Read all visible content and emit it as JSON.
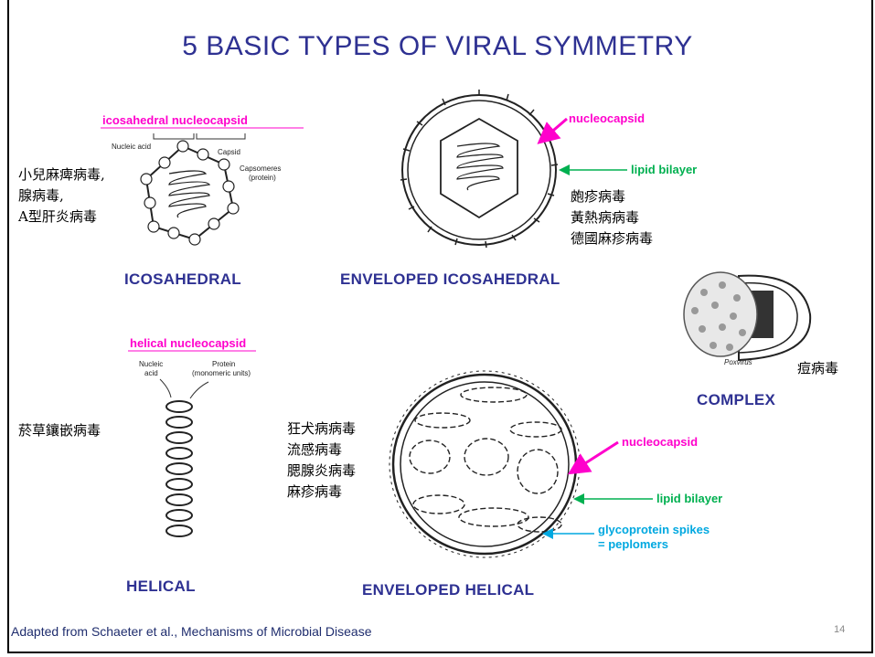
{
  "title": "5 BASIC TYPES OF VIRAL SYMMETRY",
  "types": {
    "icosahedral": "ICOSAHEDRAL",
    "enveloped_icosahedral": "ENVELOPED ICOSAHEDRAL",
    "complex": "COMPLEX",
    "helical": "HELICAL",
    "enveloped_helical": "ENVELOPED HELICAL"
  },
  "icosahedral_diagram": {
    "header": "icosahedral nucleocapsid",
    "nucleic_acid": "Nucleic acid",
    "capsid": "Capsid",
    "capsomeres_1": "Capsomeres",
    "capsomeres_2": "(protein)"
  },
  "enveloped_icosahedral_diagram": {
    "nucleocapsid": "nucleocapsid",
    "lipid_bilayer": "lipid bilayer"
  },
  "helical_diagram": {
    "header": "helical nucleocapsid",
    "nucleic_acid_1": "Nucleic",
    "nucleic_acid_2": "acid",
    "protein_1": "Protein",
    "protein_2": "(monomeric units)"
  },
  "enveloped_helical_diagram": {
    "nucleocapsid": "nucleocapsid",
    "lipid_bilayer": "lipid bilayer",
    "spikes_1": "glycoprotein spikes",
    "spikes_2": "= peplomers"
  },
  "complex_diagram": {
    "caption": "Poxvirus"
  },
  "examples": {
    "icosahedral": [
      "小兒麻痺病毒,",
      "腺病毒,",
      "A型肝炎病毒"
    ],
    "enveloped_icosahedral": [
      "皰疹病毒",
      "黃熱病病毒",
      "德國麻疹病毒"
    ],
    "complex": [
      "痘病毒"
    ],
    "helical": [
      "菸草鑲嵌病毒"
    ],
    "enveloped_helical": [
      "狂犬病病毒",
      "流感病毒",
      "腮腺炎病毒",
      "麻疹病毒"
    ]
  },
  "footer": "Adapted from Schaeter et al., Mechanisms of Microbial Disease",
  "page_number": "14",
  "colors": {
    "title": "#2e3192",
    "nucleocapsid_label": "#ff00cc",
    "lipid_bilayer_label": "#00b050",
    "spikes_label": "#00a8e0"
  }
}
